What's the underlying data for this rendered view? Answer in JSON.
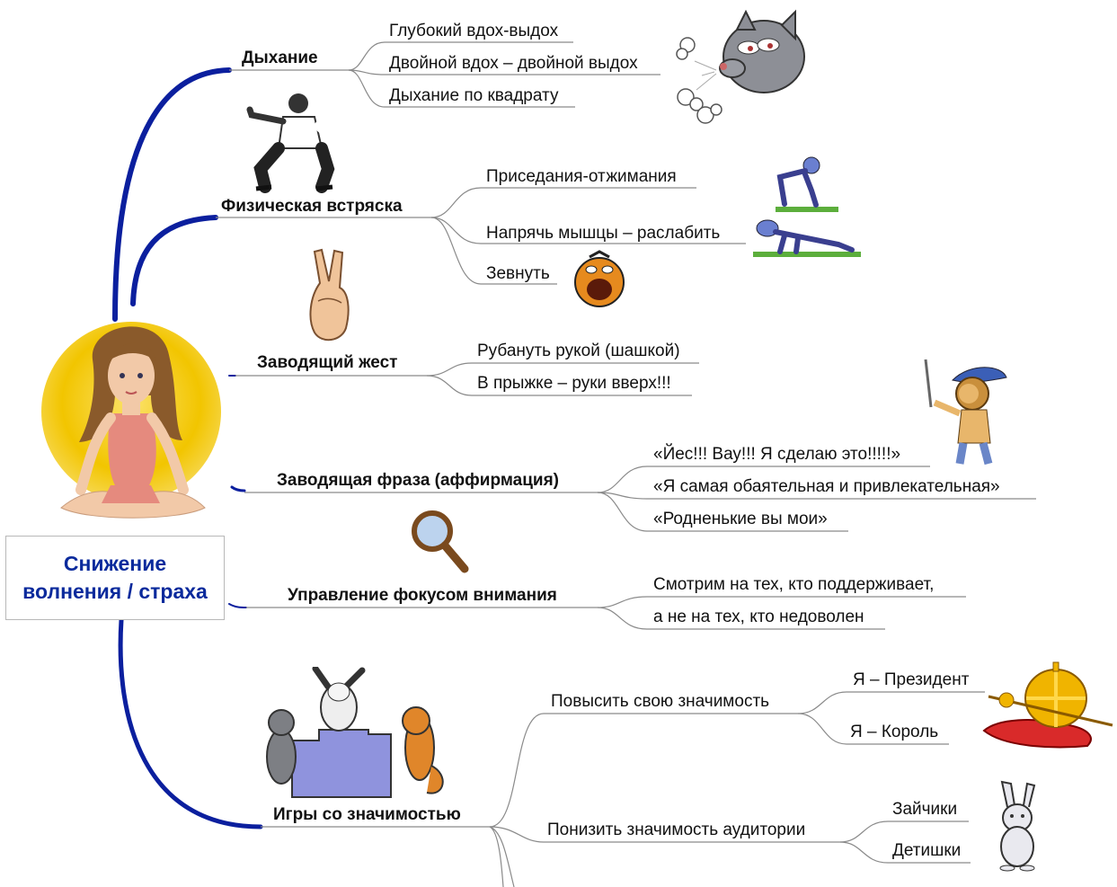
{
  "root": {
    "title": "Снижение\nволнения / страха"
  },
  "branches": [
    {
      "label": "Дыхание",
      "picture": "blowing-cat-icon",
      "items": [
        "Глубокий вдох-выдох",
        "Двойной вдох – двойной выдох",
        "Дыхание по квадрату"
      ]
    },
    {
      "label": "Физическая встряска",
      "picture": "kung-fu-man-icon",
      "items": [
        {
          "label": "Приседания-отжимания",
          "picture": "squatting-figure-icon"
        },
        {
          "label": "Напрячь мышцы – раслабить",
          "picture": "pushup-figure-icon"
        },
        {
          "label": "Зевнуть",
          "picture": "yawning-face-icon"
        }
      ]
    },
    {
      "label": "Заводящий жест",
      "picture": "victory-hand-icon",
      "items": [
        "Рубануть рукой (шашкой)",
        "В прыжке – руки вверх!!!"
      ]
    },
    {
      "label": "Заводящая фраза (аффирмация)",
      "picture": "musketeer-lion-icon",
      "items": [
        "«Йес!!! Вау!!! Я сделаю это!!!!!»",
        "«Я самая обаятельная и привлекательная»",
        "«Родненькие вы мои»"
      ]
    },
    {
      "label": "Управление фокусом внимания",
      "picture": "magnifier-icon",
      "items": [
        "Смотрим на тех, кто поддерживает,",
        "а не на тех, кто недоволен"
      ]
    },
    {
      "label": "Игры со значимостью",
      "picture": "animals-podium-icon",
      "items": [
        {
          "label": "Повысить свою значимость",
          "picture": "crown-icon",
          "items": [
            "Я – Президент",
            "Я – Король"
          ]
        },
        {
          "label": "Понизить значимость аудитории",
          "picture": "bunny-icon",
          "items": [
            "Зайчики",
            "Детишки"
          ]
        }
      ]
    }
  ],
  "colors": {
    "trunk": "#0b1f9e",
    "line": "#8c8c8c",
    "root_text": "#0a2a9c",
    "sun": "#f2c500"
  }
}
